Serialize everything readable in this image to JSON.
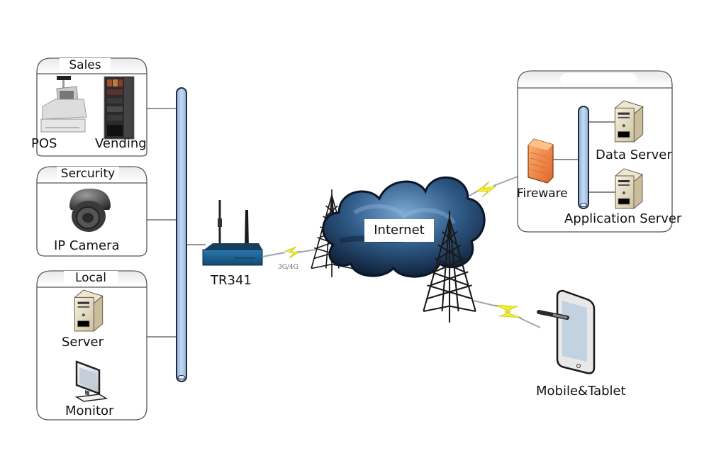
{
  "groups": {
    "sales": {
      "title": "Sales",
      "items": [
        {
          "label": "POS",
          "icon": "pos-terminal-icon"
        },
        {
          "label": "Vending",
          "icon": "vending-machine-icon"
        }
      ]
    },
    "security": {
      "title": "Sercurity",
      "items": [
        {
          "label": "IP Camera",
          "icon": "dome-camera-icon"
        }
      ]
    },
    "local": {
      "title": "Local",
      "items": [
        {
          "label": "Server",
          "icon": "server-tower-icon"
        },
        {
          "label": "Monitor",
          "icon": "monitor-icon"
        }
      ]
    },
    "datacenter": {
      "title": "",
      "items": [
        {
          "label": "Fireware",
          "icon": "firewall-icon"
        },
        {
          "label": "Data Server",
          "icon": "server-tower-icon"
        },
        {
          "label": "Application Server",
          "icon": "server-tower-icon"
        }
      ]
    }
  },
  "router": {
    "label": "TR341",
    "icon": "cellular-router-icon"
  },
  "link": {
    "label": "3G/4G"
  },
  "cloud": {
    "label": "Internet"
  },
  "mobile": {
    "label": "Mobile&Tablet",
    "icon": "tablet-stylus-icon"
  },
  "colors": {
    "bus_fill": "#a9c6e8",
    "bus_stroke": "#1f2b3d",
    "cloud_dark": "#0d1d33",
    "cloud_mid": "#2f5a87",
    "cloud_light": "#6f9bc9",
    "lightning": "#f2ee2a",
    "firewall": "#f08a3a",
    "router": "#1d5c8a"
  }
}
